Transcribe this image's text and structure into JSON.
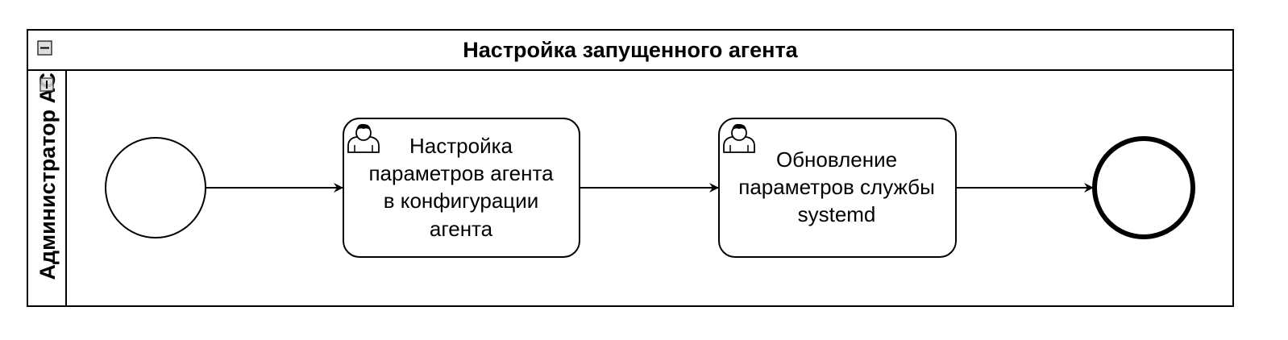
{
  "pool": {
    "title": "Настройка запущенного агента",
    "collapse_icon": "minus-box-icon"
  },
  "lane": {
    "title": "Администратор АС",
    "collapse_icon": "minus-box-icon"
  },
  "tasks": [
    {
      "type": "user-task",
      "icon": "user-icon",
      "lines": [
        "Настройка",
        "параметров агента",
        "в конфигурации",
        "агента"
      ]
    },
    {
      "type": "user-task",
      "icon": "user-icon",
      "lines": [
        "Обновление",
        "параметров службы",
        "systemd"
      ]
    }
  ],
  "events": {
    "start": "start-event",
    "end": "end-event"
  },
  "colors": {
    "stroke": "#000000",
    "background": "#ffffff",
    "icon_fill": "#dddddd"
  }
}
